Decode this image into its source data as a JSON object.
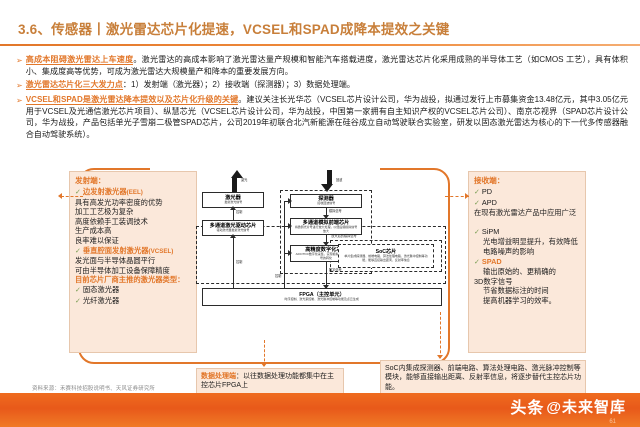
{
  "slide": {
    "title": "3.6、传感器丨激光雷达芯片化提速，VCSEL和SPAD成降本提效之关键",
    "source_note": "资料来源：禾赛科技招股说明书、天风证券研究所",
    "brand": "头条",
    "brand_handle": "@未来智库",
    "page_number": "61",
    "accent_color": "#e2772a",
    "panel_bg": "#fbe8da"
  },
  "bullets": [
    {
      "marker": "➢",
      "highlight": "高成本阻碍激光雷达上车速度",
      "text": "。激光雷达的高成本影响了激光雷达量产规模和智能汽车搭载进度，激光雷达芯片化采用成熟的半导体工艺（如CMOS 工艺），具有体积小、集成度高等优势，可成为激光雷达大规模量产和降本的重要发展方向。"
    },
    {
      "marker": "➢",
      "highlight": "激光雷达芯片化三大发力点",
      "text": "：1）发射端（激光器）；2）接收端（探测器）；3）数据处理端。"
    },
    {
      "marker": "➢",
      "highlight": "VCSEL和SPAD是激光雷达降本提效以及芯片化升级的关键",
      "text": "。建议关注长光华芯（VCSEL芯片设计公司，华为战投，拟通过发行上市募集资金13.48亿元，其中3.05亿元用于VCSEL及光通信激光芯片项目）、纵慧芯光（VCSEL芯片设计公司，华为战投，中国第一家拥有自主知识产权的VCSEL芯片公司）、南京芯视界（SPAD芯片设计公司，华为战投，产品包括单光子雪崩二极管SPAD芯片，公司2019年初联合北汽新能源在硅谷成立自动驾驶联合实验室，研发以固态激光雷达为核心的下一代多传感器融合自动驾驶系统）。"
    }
  ],
  "left_panel": {
    "name": "emitter-panel",
    "heading": "发射端：",
    "items": [
      {
        "type": "check-heading",
        "label": "边发射激光器",
        "abbr": "(EEL)"
      },
      {
        "type": "line",
        "label": "具有高发光功率密度的优势"
      },
      {
        "type": "line",
        "label": "加工工艺极为复杂"
      },
      {
        "type": "line",
        "label": "高度依赖手工装调技术"
      },
      {
        "type": "line",
        "label": "生产成本高"
      },
      {
        "type": "line",
        "label": "良率难以保证"
      },
      {
        "type": "check-heading",
        "label": "垂直腔面发射激光器",
        "abbr": "(VCSEL)"
      },
      {
        "type": "line",
        "label": "发光面与半导体晶圆平行"
      },
      {
        "type": "line",
        "label": "可由半导体加工设备保障精度"
      },
      {
        "type": "sub-heading",
        "label": "目前芯片厂商主推的激光器类型："
      },
      {
        "type": "check",
        "label": "固态激光器"
      },
      {
        "type": "check",
        "label": "光纤激光器"
      }
    ]
  },
  "right_panel": {
    "name": "receiver-panel",
    "heading": "接收端：",
    "items": [
      {
        "type": "check",
        "label": "PD"
      },
      {
        "type": "check",
        "label": "APD"
      },
      {
        "type": "line",
        "label": "在现有激光雷达产品中应用广泛"
      },
      {
        "type": "spacer",
        "label": ""
      },
      {
        "type": "check",
        "label": "SiPM"
      },
      {
        "type": "indent",
        "label": "光电增益明显提升，有效降低电路噪声的影响"
      },
      {
        "type": "check",
        "label": "SPAD"
      },
      {
        "type": "indent",
        "label": "输出原始的、更精确的"
      },
      {
        "type": "line",
        "label": "3D数字信号"
      },
      {
        "type": "indent",
        "label": "节省数据标注的时间"
      },
      {
        "type": "indent",
        "label": "提高机器学习的效率。"
      }
    ]
  },
  "diagram": {
    "name": "lidar-chip-architecture",
    "emit_label": "激光",
    "return_label": "回波",
    "boxes": [
      {
        "id": "laser",
        "title": "激光器",
        "subtitle": "发射激光信号"
      },
      {
        "id": "multichannel-driver",
        "title": "多通道激光驱动芯片",
        "subtitle": "驱动激光器发射激光信号"
      },
      {
        "id": "detector",
        "title": "探测器",
        "subtitle": "接收回波信号"
      },
      {
        "id": "analog-front-end",
        "title": "多通道模拟前端芯片",
        "subtitle": "将微弱光片号进行放大处理，以便后级模拟信号放大"
      },
      {
        "id": "high-speed-adc",
        "title": "高精度数字化芯片",
        "subtitle": "ADC/TDC数字化采集，实现模拟信号到数字信号的转化"
      },
      {
        "id": "fpga",
        "title": "FPGA（主控单元）",
        "subtitle": "时序控制、激光束控制、激光脉冲控制等功能及点云生成"
      },
      {
        "id": "soc",
        "title": "SoC芯片",
        "subtitle": "单片集成探测器、前端电路、算法处理电路、激光脉冲控制等功能，能够直接输出距离、反射率信息"
      }
    ],
    "edge_labels": [
      {
        "id": "e-control-1",
        "label": "控制"
      },
      {
        "id": "e-control-2",
        "label": "控制"
      },
      {
        "id": "e-analog",
        "label": "模拟信号"
      },
      {
        "id": "e-amp",
        "label": "放大后的模拟信号"
      },
      {
        "id": "e-digital",
        "label": "数字信号"
      },
      {
        "id": "e-control-3",
        "label": "控制"
      }
    ]
  },
  "notes": {
    "data_note": {
      "highlight": "数据处理端",
      "text": "：以往数据处理功能都集中在主控芯片FPGA上"
    },
    "soc_note": {
      "text": "SoC内集成探测器、前端电路、算法处理电路、激光脉冲控制等模块，能够直接输出距离、反射率信息，将逐步替代主控芯片功能。"
    }
  }
}
